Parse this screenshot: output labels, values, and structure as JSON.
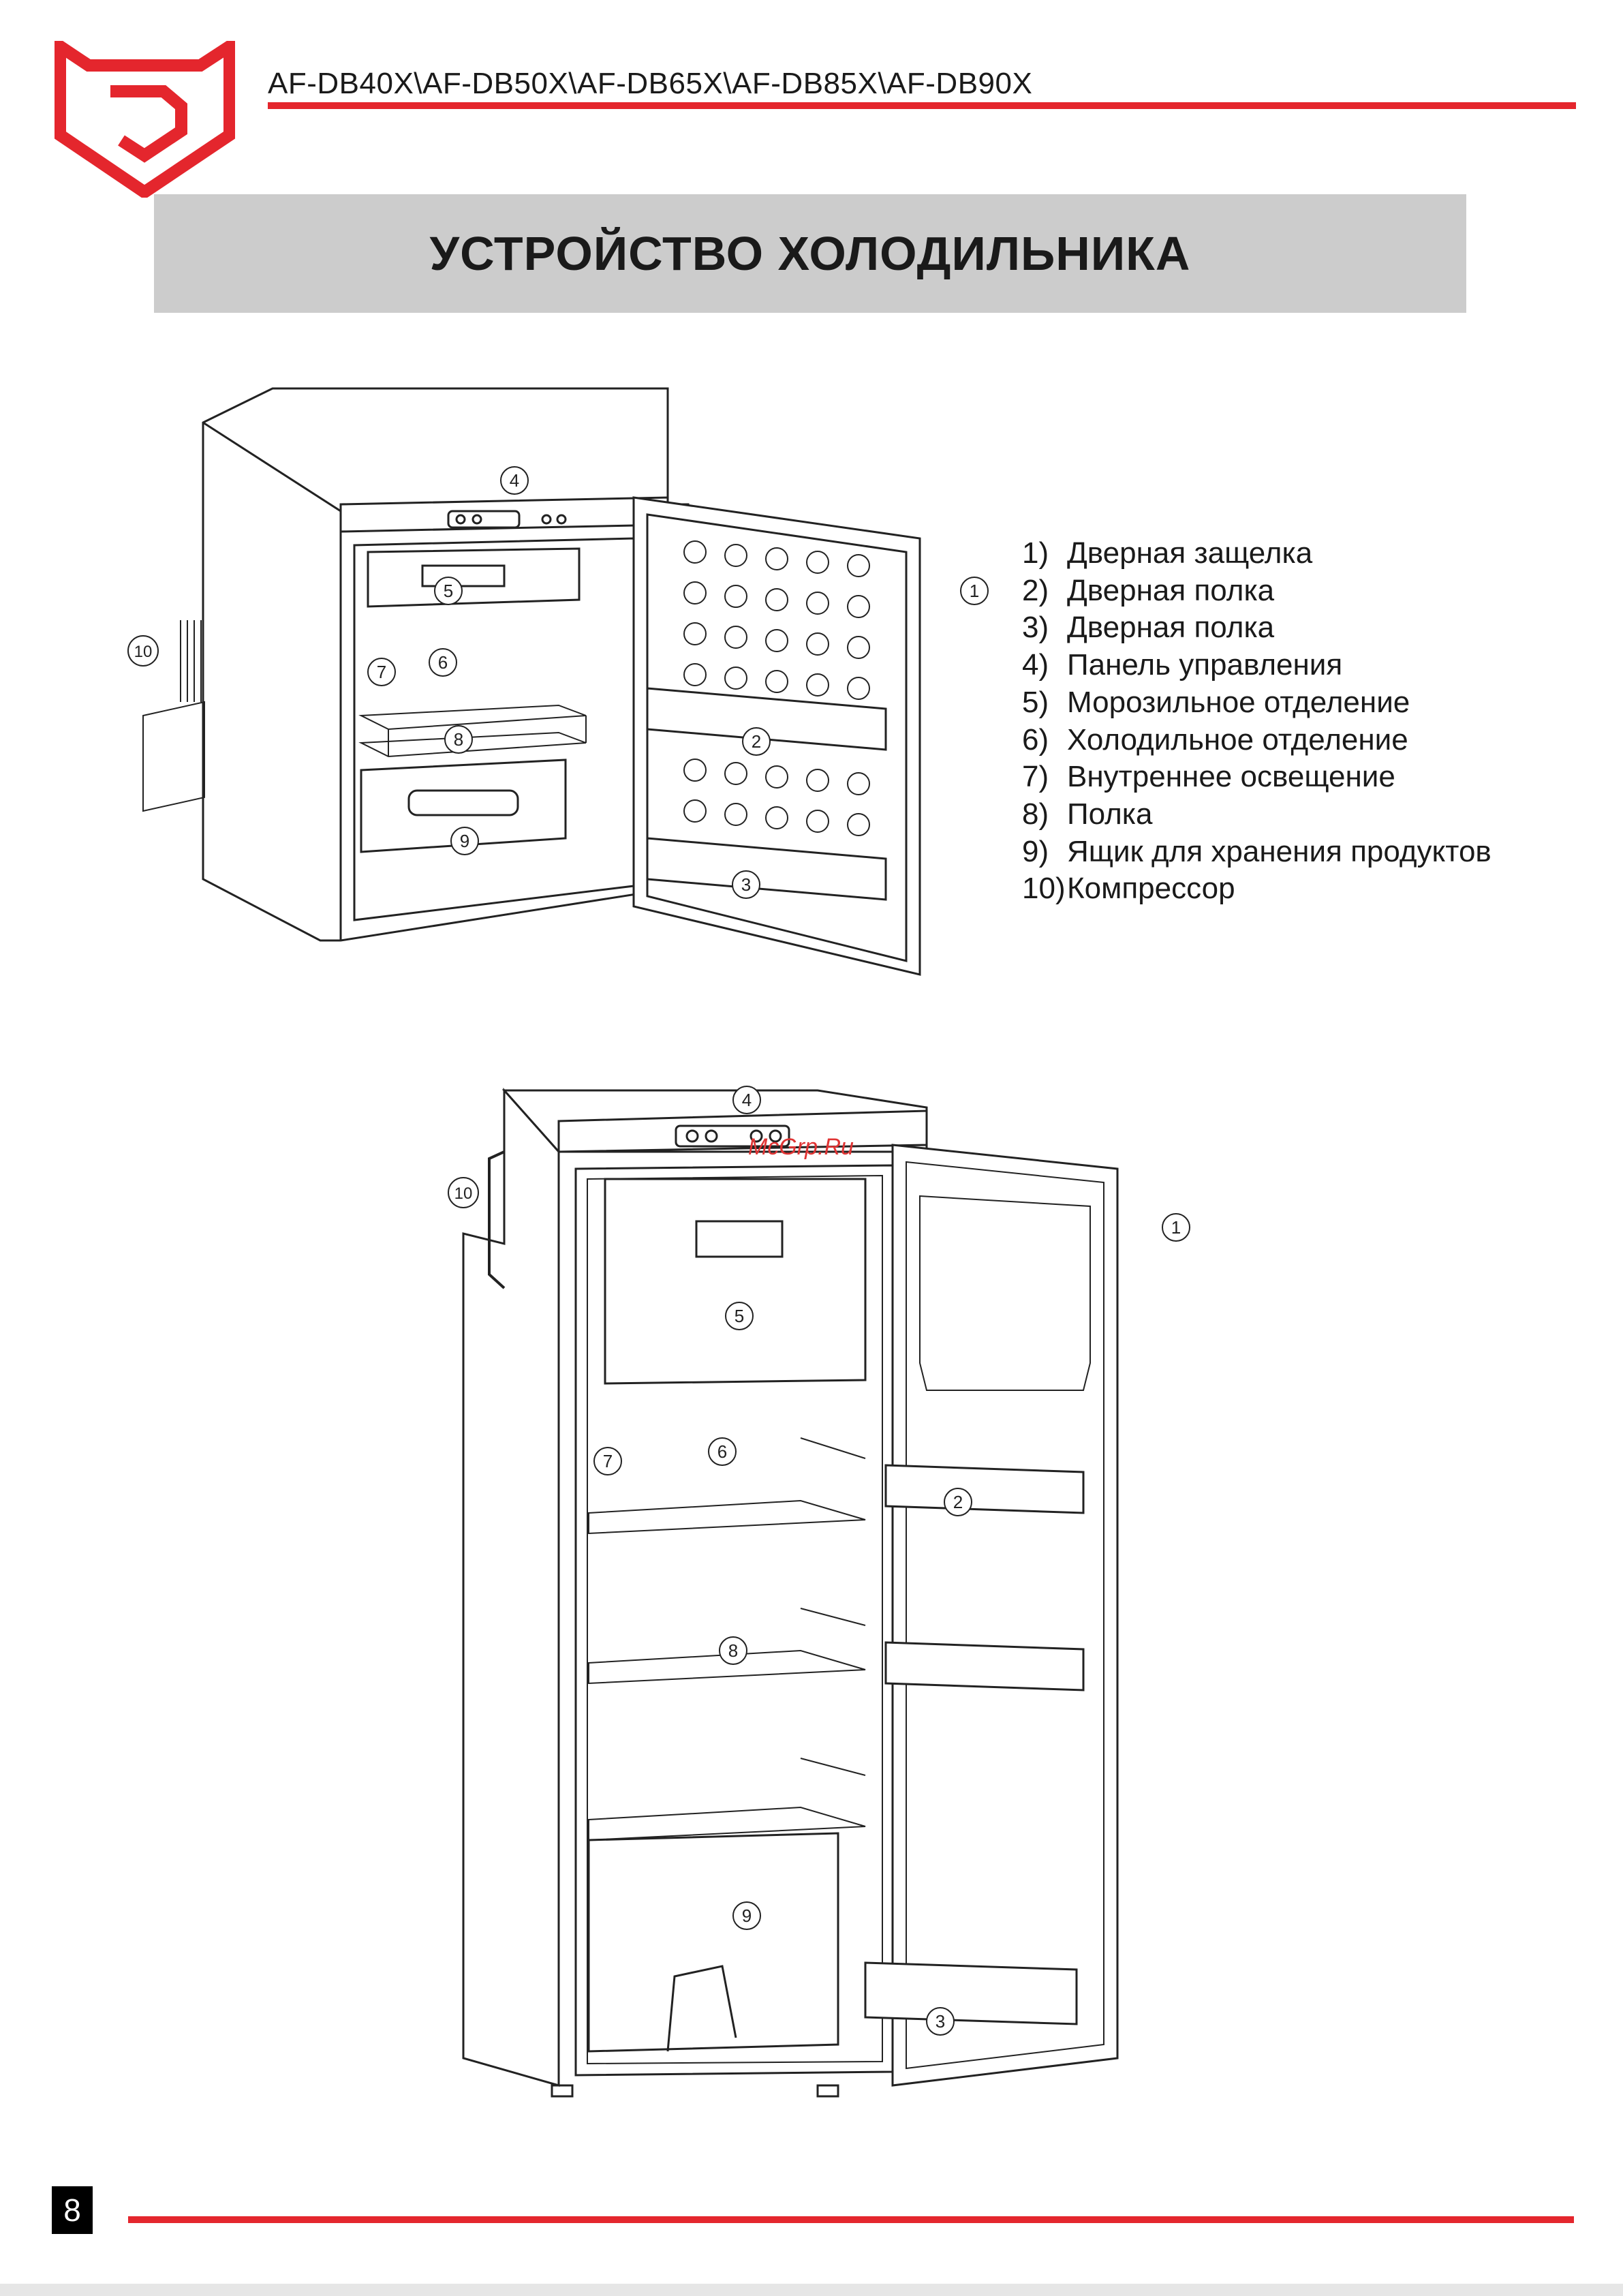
{
  "header": {
    "models": "AF-DB40X\\AF-DB50X\\AF-DB65X\\AF-DB85X\\AF-DB90X"
  },
  "title": "УСТРОЙСТВО ХОЛОДИЛЬНИКА",
  "parts": [
    {
      "num": "1)",
      "label": "Дверная защелка"
    },
    {
      "num": "2)",
      "label": "Дверная полка"
    },
    {
      "num": "3)",
      "label": "Дверная полка"
    },
    {
      "num": "4)",
      "label": "Панель управления"
    },
    {
      "num": "5)",
      "label": "Морозильное отделение"
    },
    {
      "num": "6)",
      "label": "Холодильное отделение"
    },
    {
      "num": "7)",
      "label": "Внутреннее освещение"
    },
    {
      "num": "8)",
      "label": "Полка"
    },
    {
      "num": "9)",
      "label": "Ящик для хранения продуктов"
    },
    {
      "num": "10)",
      "label": "Компрессор"
    }
  ],
  "callouts": [
    "1",
    "2",
    "3",
    "4",
    "5",
    "6",
    "7",
    "8",
    "9",
    "10"
  ],
  "watermark": "McGrp.Ru",
  "page_number": "8",
  "colors": {
    "accent": "#e4262d",
    "title_band": "#cccccc"
  }
}
